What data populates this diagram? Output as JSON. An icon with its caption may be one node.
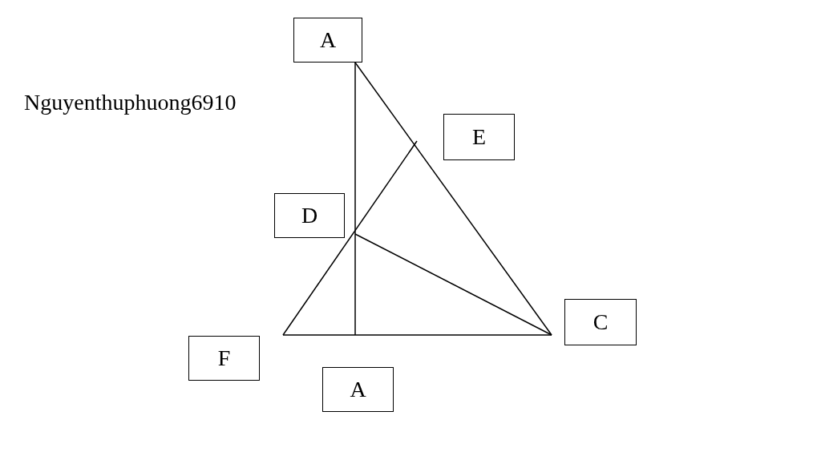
{
  "diagram": {
    "nodes": [
      {
        "text": [
          "A"
        ]
      },
      {
        "text": [
          "E"
        ]
      },
      {
        "text": [
          "D"
        ]
      },
      {
        "text": [
          "C"
        ]
      },
      {
        "text": [
          "F"
        ]
      },
      {
        "text": [
          "A"
        ]
      }
    ],
    "edges": [],
    "labels": [
      "Nguyenthuphuong6910"
    ]
  }
}
